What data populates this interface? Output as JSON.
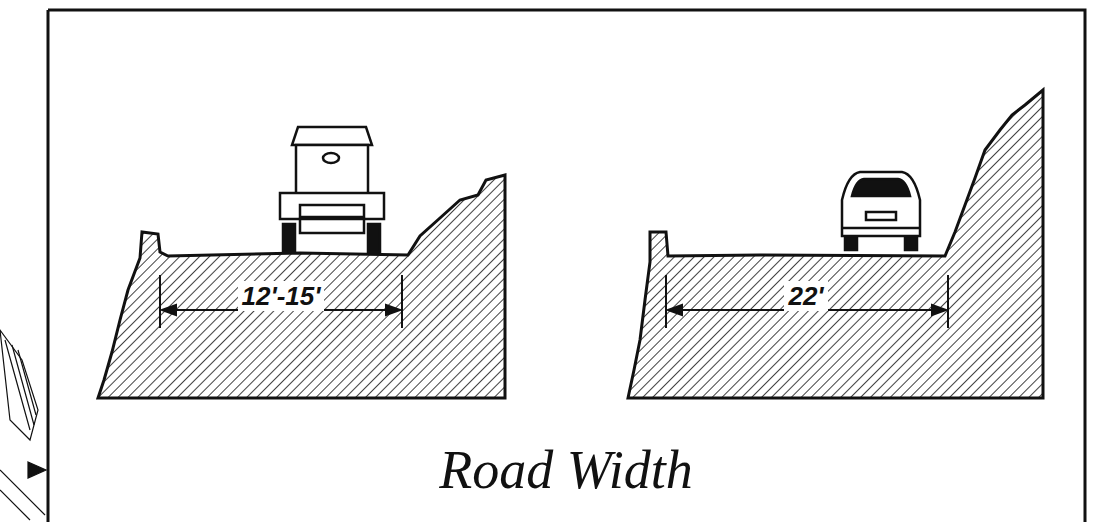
{
  "diagram": {
    "title": "Road Width",
    "labels": [
      "12'-15'",
      "22'"
    ]
  }
}
